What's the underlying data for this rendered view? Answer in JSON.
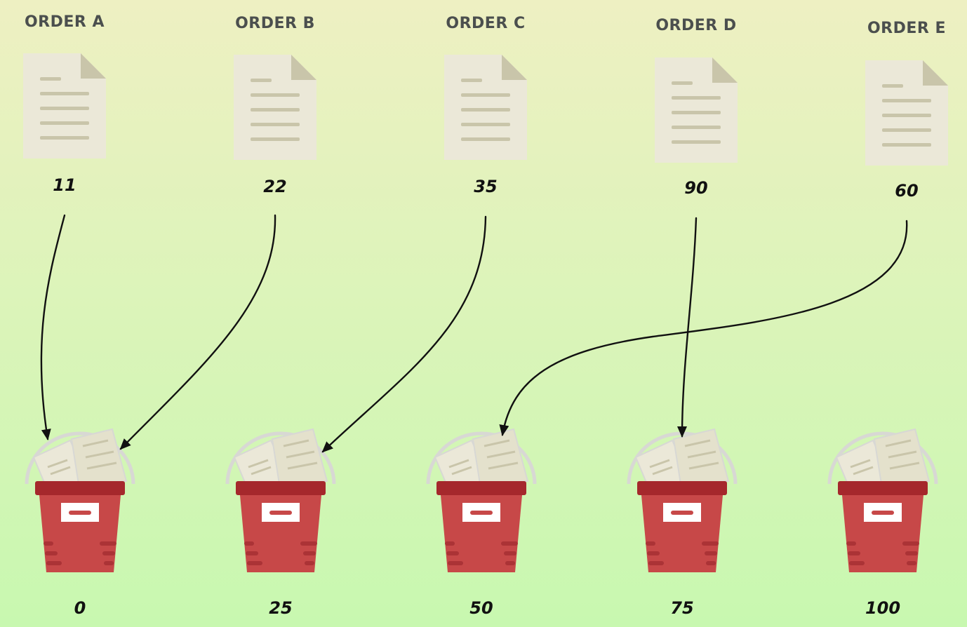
{
  "orders": [
    {
      "title": "ORDER A",
      "value": "11"
    },
    {
      "title": "ORDER B",
      "value": "22"
    },
    {
      "title": "ORDER C",
      "value": "35"
    },
    {
      "title": "ORDER D",
      "value": "90"
    },
    {
      "title": "ORDER E",
      "value": "60"
    }
  ],
  "buckets": [
    {
      "label": "0"
    },
    {
      "label": "25"
    },
    {
      "label": "50"
    },
    {
      "label": "75"
    },
    {
      "label": "100"
    }
  ],
  "mappings": [
    {
      "order": "ORDER A",
      "bucket": "0"
    },
    {
      "order": "ORDER B",
      "bucket": "0"
    },
    {
      "order": "ORDER C",
      "bucket": "25"
    },
    {
      "order": "ORDER D",
      "bucket": "75"
    },
    {
      "order": "ORDER E",
      "bucket": "50"
    }
  ],
  "colors": {
    "background_top": "#eef0c2",
    "background_bottom": "#c8f8b0",
    "document": "#ebe8d8",
    "document_fold": "#c9c5aa",
    "document_lines": "#c9c5aa",
    "bucket": "#c74848",
    "bucket_rim": "#a5282c",
    "bucket_stripes": "#ab3336",
    "bucket_handle": "#d8d8d4",
    "arrow": "#111111",
    "title_text": "#4b4f4e",
    "value_text": "#111111"
  }
}
